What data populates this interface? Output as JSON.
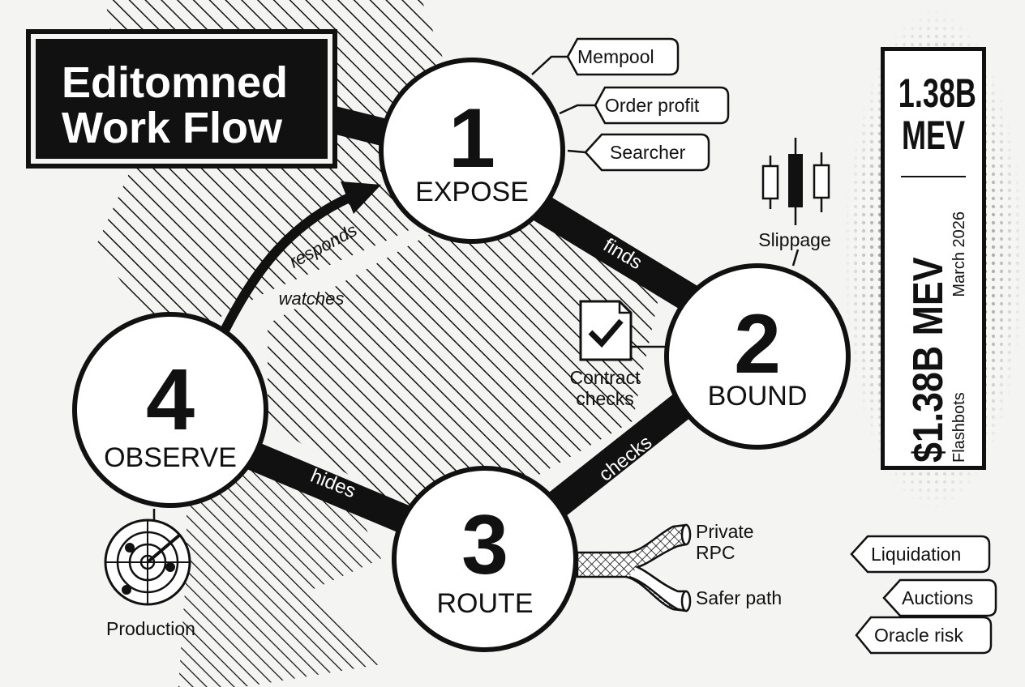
{
  "title": {
    "line1": "Editomned",
    "line2": "Work Flow"
  },
  "nodes": [
    {
      "num": "1",
      "label": "EXPOSE"
    },
    {
      "num": "2",
      "label": "BOUND"
    },
    {
      "num": "3",
      "label": "ROUTE"
    },
    {
      "num": "4",
      "label": "OBSERVE"
    }
  ],
  "edges": {
    "finds": "finds",
    "checks": "checks",
    "hides": "hides",
    "responds": "responds",
    "watches": "watches"
  },
  "tags_expose": [
    "Mempool",
    "Order profit",
    "Searcher"
  ],
  "side_labels": {
    "slippage": "Slippage",
    "contract_line1": "Contract",
    "contract_line2": "checks",
    "private_line1": "Private",
    "private_line2": "RPC",
    "safer": "Safer path",
    "production": "Production"
  },
  "stat": {
    "top_line1": "1.38B",
    "top_line2": "MEV",
    "rotated_big": "$1.38B MEV",
    "rotated_date": "March 2026",
    "rotated_source": "Flashbots"
  },
  "tags_right": [
    "Liquidation",
    "Auctions",
    "Oracle risk"
  ],
  "colors": {
    "ink": "#111111",
    "paper": "#f4f4f2",
    "white": "#ffffff"
  }
}
